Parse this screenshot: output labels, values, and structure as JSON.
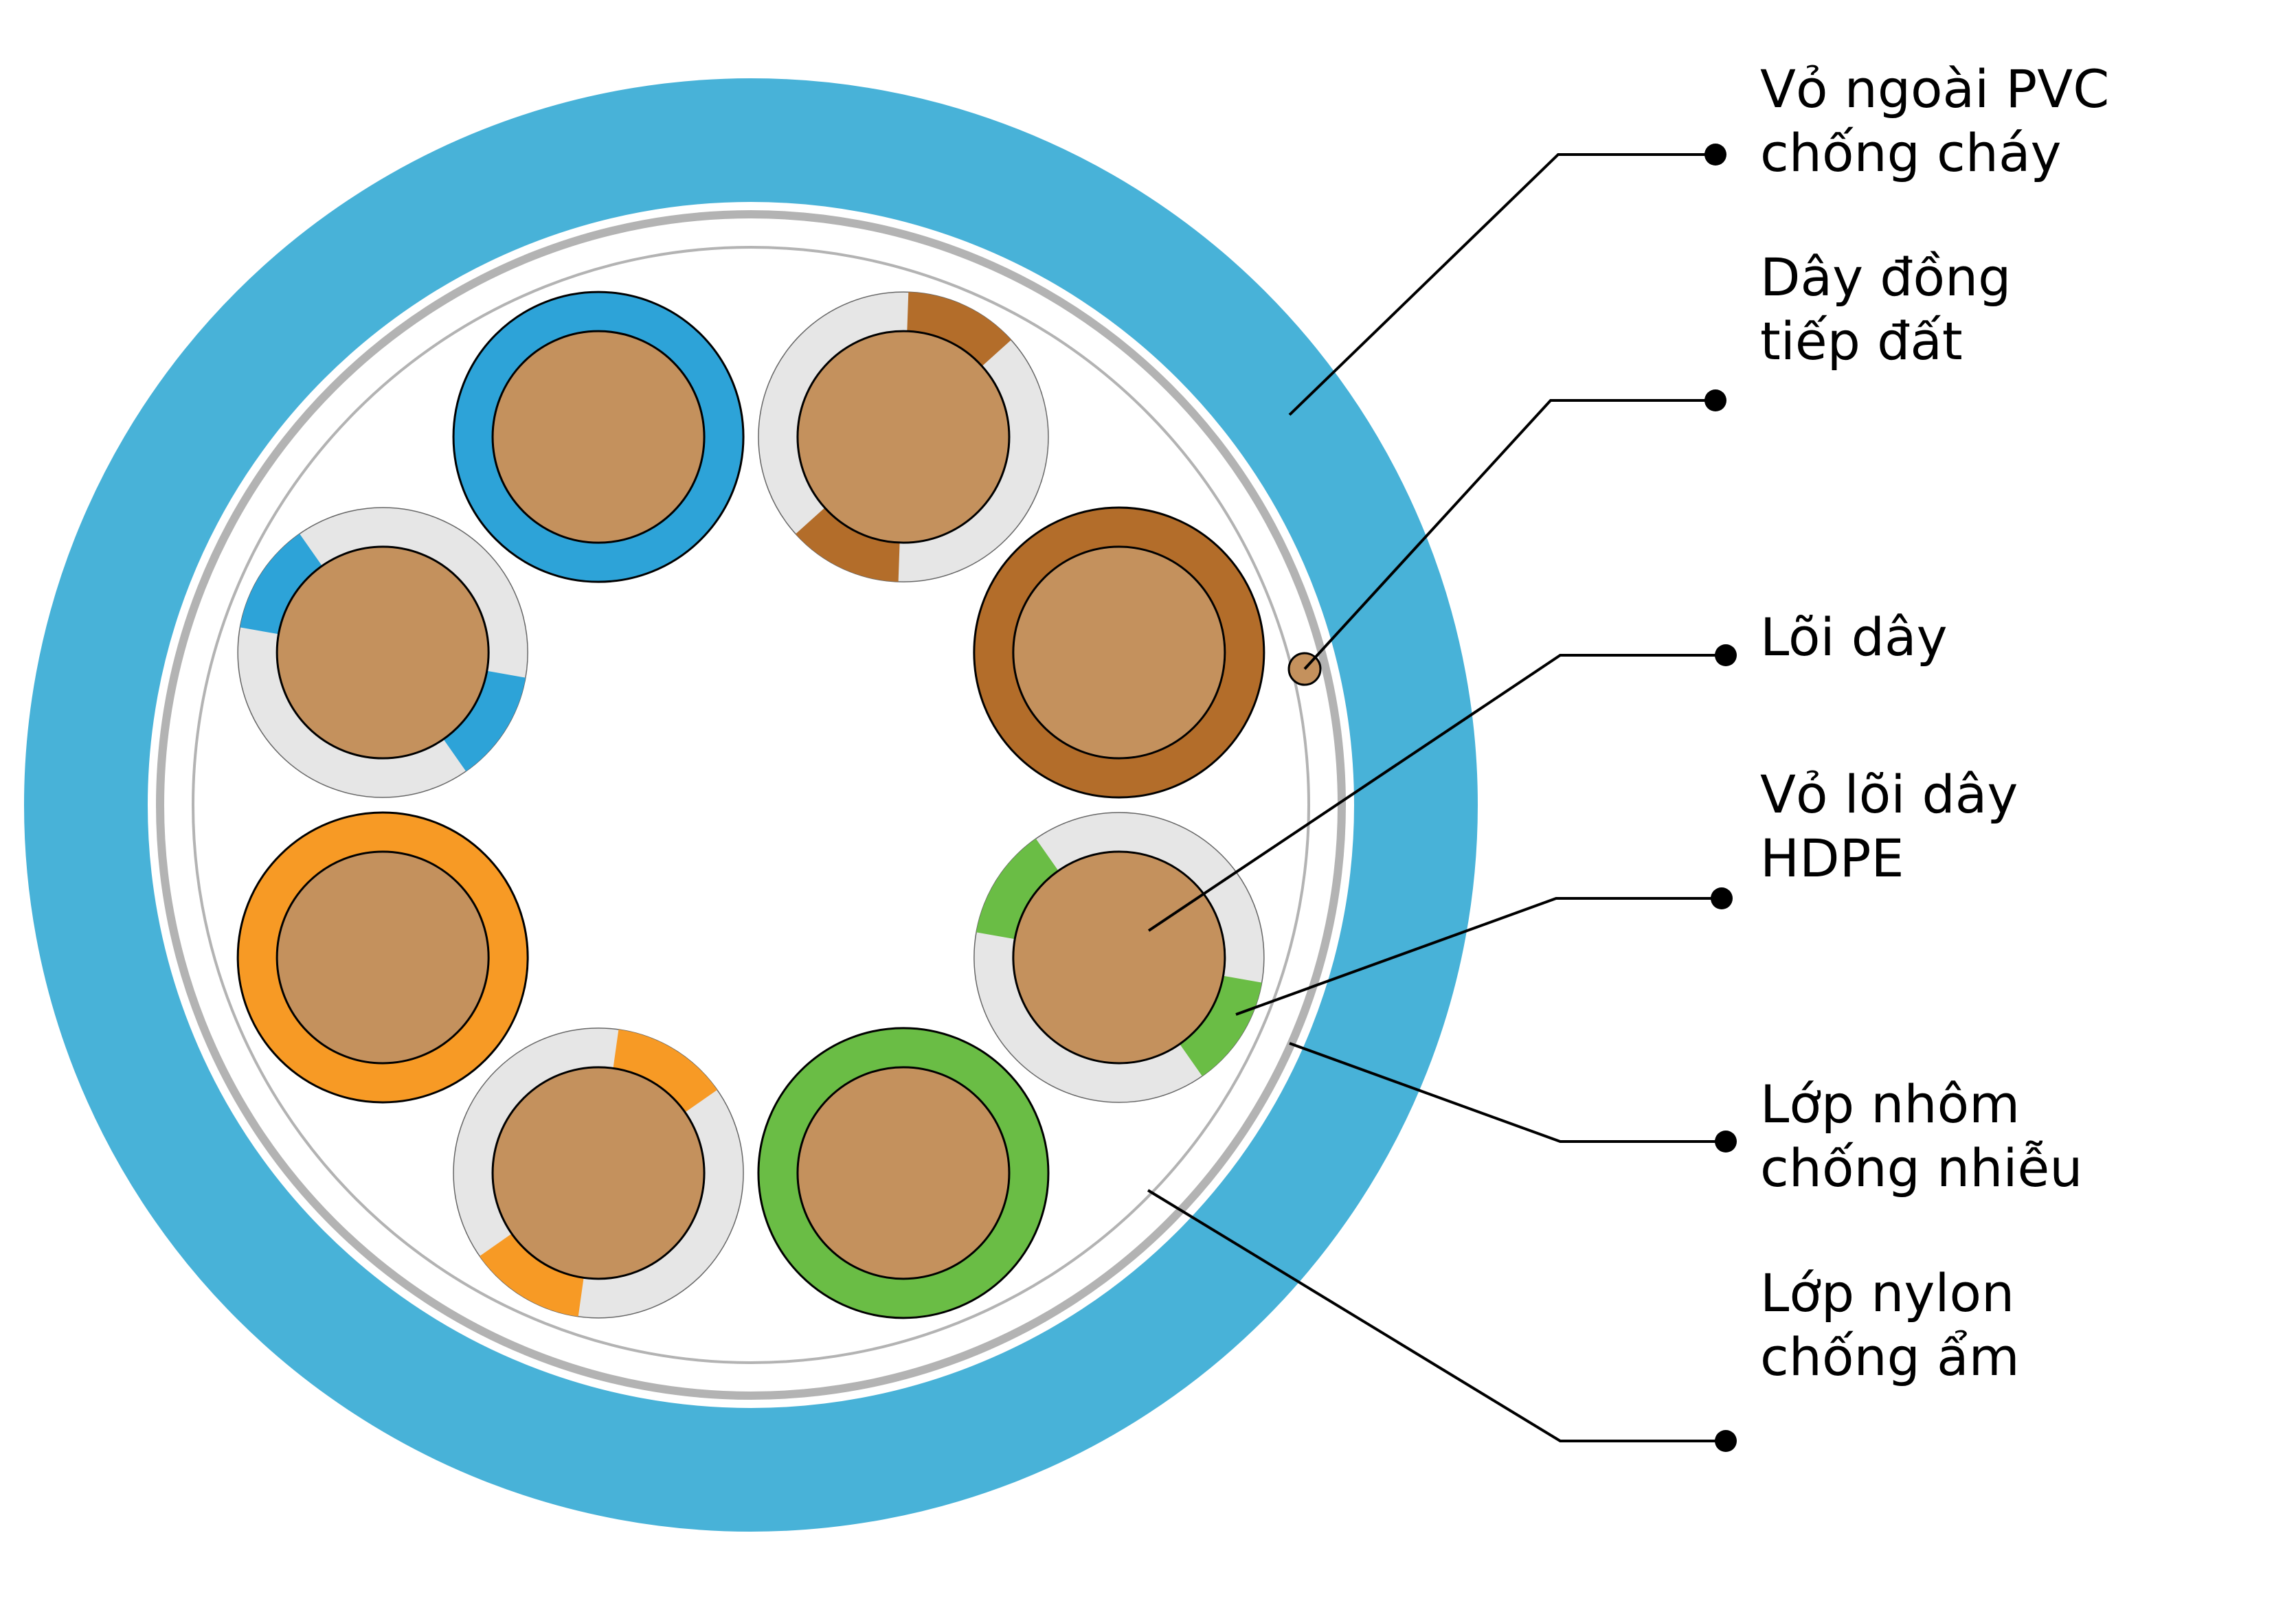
{
  "title": "Cable cross-section",
  "colors": {
    "jacket": "#48B2D8",
    "shield": "#B3B3B3",
    "nylon_wrap": "#B3B3B3",
    "copper": "#C4915D",
    "insulation_white": "#E6E6E6",
    "drain_wire": "#C4915D",
    "leader": "#000000"
  },
  "pairs": [
    {
      "id": "blue-solid",
      "color": "#2DA3D8",
      "striped": false
    },
    {
      "id": "brown-striped",
      "color": "#B36D2A",
      "striped": true
    },
    {
      "id": "brown-solid",
      "color": "#B36D2A",
      "striped": false
    },
    {
      "id": "green-striped",
      "color": "#6ABD45",
      "striped": true
    },
    {
      "id": "green-solid",
      "color": "#6ABD45",
      "striped": false
    },
    {
      "id": "orange-striped",
      "color": "#F79A25",
      "striped": true
    },
    {
      "id": "orange-solid",
      "color": "#F79A25",
      "striped": false
    },
    {
      "id": "blue-striped",
      "color": "#2DA3D8",
      "striped": true
    }
  ],
  "labels": [
    {
      "id": "pvc-jacket",
      "lines": [
        "Vỏ ngoài PVC",
        "chống cháy"
      ]
    },
    {
      "id": "drain-wire",
      "lines": [
        "Dây đồng",
        "tiếp đất"
      ]
    },
    {
      "id": "conductor",
      "lines": [
        "Lõi dây"
      ]
    },
    {
      "id": "hdpe-insulation",
      "lines": [
        "Vỏ lõi dây",
        "HDPE"
      ]
    },
    {
      "id": "aluminum-shield",
      "lines": [
        "Lớp nhôm",
        "chống nhiễu"
      ]
    },
    {
      "id": "nylon-wrap",
      "lines": [
        "Lớp nylon",
        "chống ẩm"
      ]
    }
  ]
}
